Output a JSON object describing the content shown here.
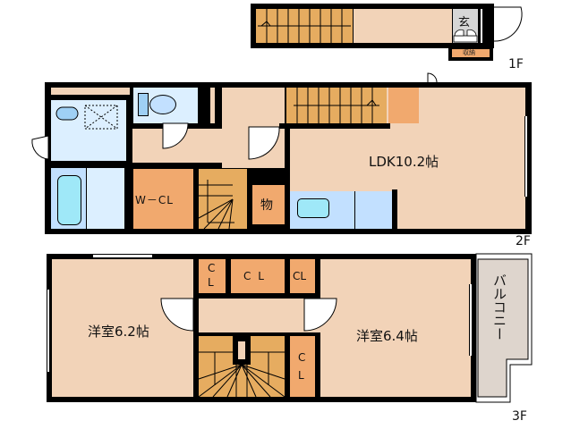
{
  "floors": {
    "f1": {
      "label": "1F",
      "entrance_label": "玄",
      "storage_label": "収納"
    },
    "f2": {
      "label": "2F",
      "ldk_label": "LDK10.2帖",
      "wcl_label": "W－CL",
      "storage_label": "物"
    },
    "f3": {
      "label": "3F",
      "room1_label": "洋室6.2帖",
      "room2_label": "洋室6.4帖",
      "closet_a": "C\nL",
      "closet_b": "C L",
      "closet_c": "CL",
      "closet_d": "C\nL",
      "balcony_label": "バルコニー"
    }
  },
  "colors": {
    "floor": "#f2d3b8",
    "closet": "#f1a96e",
    "stairs": "#e6ac60",
    "wet_area": "#dcefff",
    "fixture": "#9fd0f5",
    "entrance": "#d6d6d6",
    "balcony": "#ded5cd",
    "wall": "#000000"
  }
}
